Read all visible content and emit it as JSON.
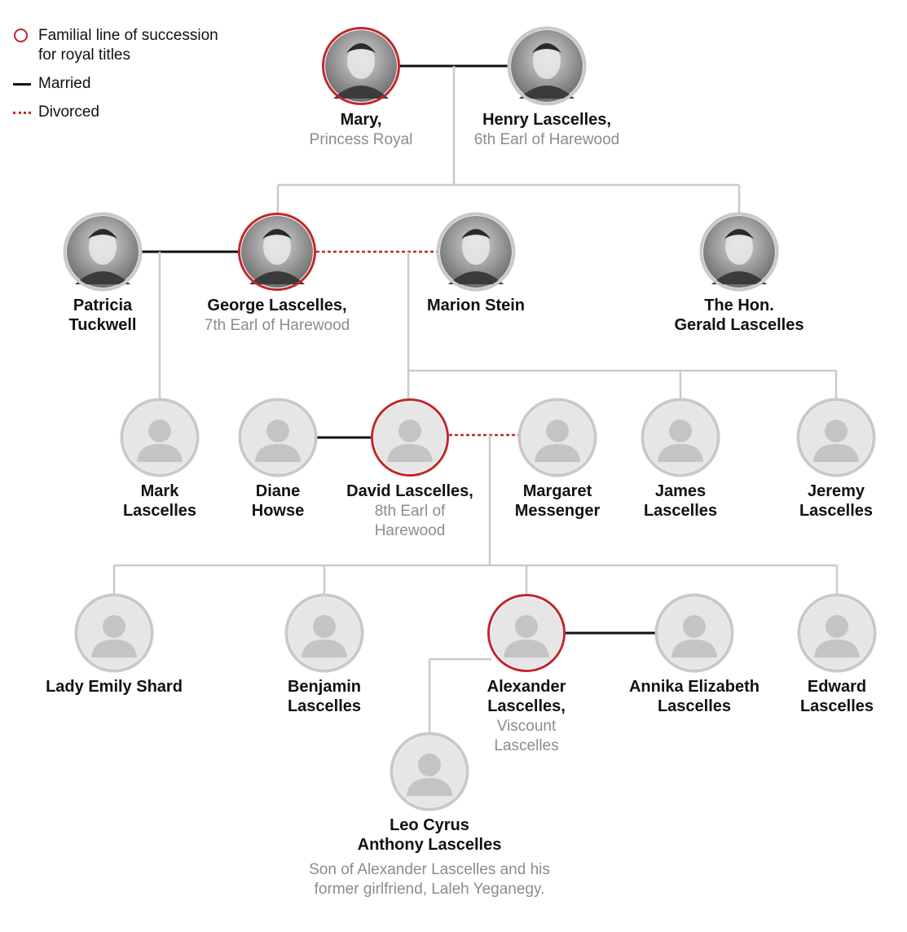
{
  "legend": {
    "succession": "Familial line of succession for royal titles",
    "married": "Married",
    "divorced": "Divorced"
  },
  "colors": {
    "succession_ring": "#c0272d",
    "normal_ring": "#c9c9c9",
    "married_line": "#111111",
    "divorced_line": "#c0272d",
    "child_line": "#c9c9c9",
    "placeholder_fill": "#e6e6e6",
    "placeholder_silhouette": "#c4c4c4"
  },
  "people": {
    "mary": {
      "name": [
        "Mary,"
      ],
      "title": [
        "Princess Royal"
      ],
      "succession": true,
      "photo": "portrait-photo"
    },
    "henry": {
      "name": [
        "Henry Lascelles,"
      ],
      "title": [
        "6th Earl of Harewood"
      ],
      "succession": false,
      "photo": "portrait-photo"
    },
    "patricia": {
      "name": [
        "Patricia",
        "Tuckwell"
      ],
      "title": [],
      "succession": false,
      "photo": "portrait-photo"
    },
    "george": {
      "name": [
        "George Lascelles,"
      ],
      "title": [
        "7th Earl of Harewood"
      ],
      "succession": true,
      "photo": "portrait-photo"
    },
    "marion": {
      "name": [
        "Marion Stein"
      ],
      "title": [],
      "succession": false,
      "photo": "portrait-photo"
    },
    "gerald": {
      "name": [
        "The Hon.",
        "Gerald Lascelles"
      ],
      "title": [],
      "succession": false,
      "photo": "portrait-photo"
    },
    "mark": {
      "name": [
        "Mark",
        "Lascelles"
      ],
      "title": [],
      "succession": false,
      "photo": "placeholder-silhouette"
    },
    "diane": {
      "name": [
        "Diane",
        "Howse"
      ],
      "title": [],
      "succession": false,
      "photo": "placeholder-silhouette"
    },
    "david": {
      "name": [
        "David Lascelles,"
      ],
      "title": [
        "8th Earl of",
        "Harewood"
      ],
      "succession": true,
      "photo": "placeholder-silhouette"
    },
    "margaret": {
      "name": [
        "Margaret",
        "Messenger"
      ],
      "title": [],
      "succession": false,
      "photo": "placeholder-silhouette"
    },
    "james": {
      "name": [
        "James",
        "Lascelles"
      ],
      "title": [],
      "succession": false,
      "photo": "placeholder-silhouette"
    },
    "jeremy": {
      "name": [
        "Jeremy",
        "Lascelles"
      ],
      "title": [],
      "succession": false,
      "photo": "placeholder-silhouette"
    },
    "emily": {
      "name": [
        "Lady Emily Shard"
      ],
      "title": [],
      "succession": false,
      "photo": "placeholder-silhouette"
    },
    "benjamin": {
      "name": [
        "Benjamin",
        "Lascelles"
      ],
      "title": [],
      "succession": false,
      "photo": "placeholder-silhouette"
    },
    "alexander": {
      "name": [
        "Alexander",
        "Lascelles,"
      ],
      "title": [
        "Viscount",
        "Lascelles"
      ],
      "succession": true,
      "photo": "placeholder-silhouette"
    },
    "annika": {
      "name": [
        "Annika Elizabeth",
        "Lascelles"
      ],
      "title": [],
      "succession": false,
      "photo": "placeholder-silhouette"
    },
    "edward": {
      "name": [
        "Edward",
        "Lascelles"
      ],
      "title": [],
      "succession": false,
      "photo": "placeholder-silhouette"
    },
    "leo": {
      "name": [
        "Leo Cyrus",
        "Anthony Lascelles"
      ],
      "title": [],
      "note": [
        "Son of Alexander Lascelles and his",
        "former girlfriend, Laleh Yeganegy."
      ],
      "succession": false,
      "photo": "placeholder-silhouette"
    }
  },
  "relations": {
    "married": [
      [
        "mary",
        "henry"
      ],
      [
        "patricia",
        "george"
      ],
      [
        "diane",
        "david"
      ],
      [
        "alexander",
        "annika"
      ]
    ],
    "divorced": [
      [
        "george",
        "marion"
      ],
      [
        "david",
        "margaret"
      ]
    ],
    "children": [
      {
        "parents": [
          "mary",
          "henry"
        ],
        "children": [
          "george",
          "gerald"
        ]
      },
      {
        "parents": [
          "patricia",
          "george"
        ],
        "children": [
          "mark"
        ]
      },
      {
        "parents": [
          "george",
          "marion"
        ],
        "children": [
          "david",
          "james",
          "jeremy"
        ]
      },
      {
        "parents": [
          "david",
          "margaret"
        ],
        "children": [
          "emily",
          "benjamin",
          "alexander",
          "edward"
        ]
      },
      {
        "parents": [
          "alexander"
        ],
        "children": [
          "leo"
        ]
      }
    ]
  }
}
